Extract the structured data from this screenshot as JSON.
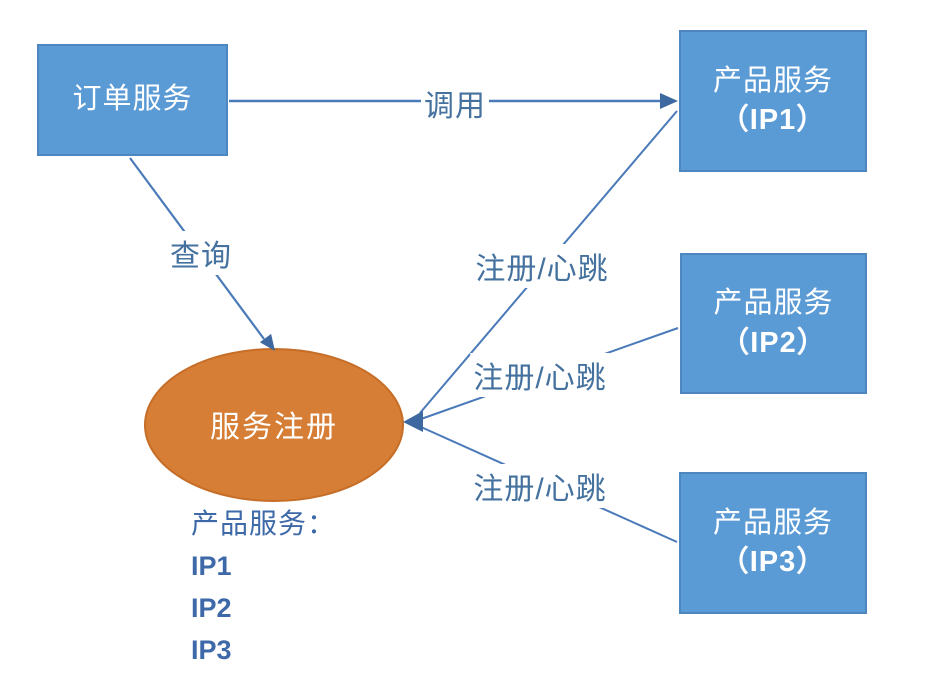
{
  "diagram": {
    "background": "#ffffff",
    "colors": {
      "node_fill": "#5B9BD5",
      "node_border": "#4E86C0",
      "node_text": "#ffffff",
      "registry_fill": "#D67E35",
      "registry_border": "#C66D28",
      "edge_line": "#4A7AB8",
      "edge_label_text": "#44719E",
      "list_text": "#3E69A8"
    },
    "nodes": {
      "order_service": {
        "label": "订单服务"
      },
      "service_registry": {
        "label": "服务注册"
      },
      "product_service_1": {
        "line1": "产品服务",
        "line2": "（IP1）"
      },
      "product_service_2": {
        "line1": "产品服务",
        "line2": "（IP2）"
      },
      "product_service_3": {
        "line1": "产品服务",
        "line2": "（IP3）"
      }
    },
    "edges": {
      "call": {
        "label": "调用",
        "from": "order_service",
        "to": "product_service_1"
      },
      "query": {
        "label": "查询",
        "from": "order_service",
        "to": "service_registry"
      },
      "register_heartbeat_1": {
        "label": "注册/心跳",
        "from": "product_service_1",
        "to": "service_registry"
      },
      "register_heartbeat_2": {
        "label": "注册/心跳",
        "from": "product_service_2",
        "to": "service_registry"
      },
      "register_heartbeat_3": {
        "label": "注册/心跳",
        "from": "product_service_3",
        "to": "service_registry"
      }
    },
    "registry_list": {
      "title": "产品服务：",
      "items": [
        "IP1",
        "IP2",
        "IP3"
      ]
    }
  }
}
